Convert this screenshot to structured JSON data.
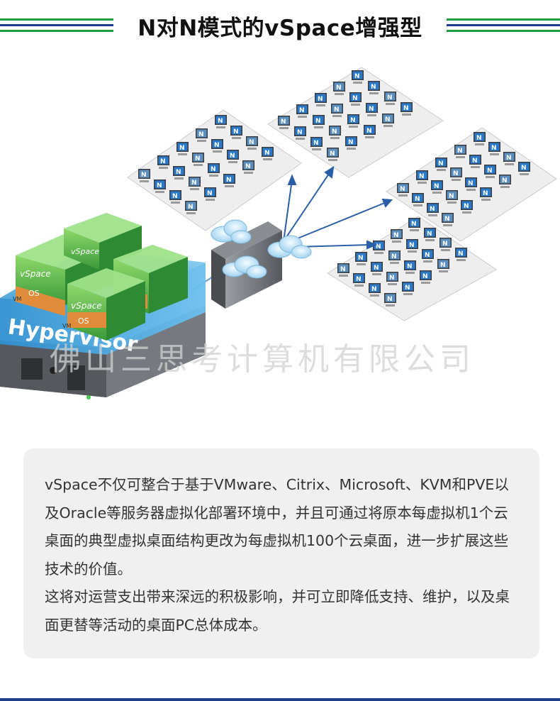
{
  "title": "N对N模式的vSpace增强型",
  "colors": {
    "accent_green": "#1f9a3a",
    "accent_navy": "#1d3f8c",
    "panel_bg": "#f0f0f0"
  },
  "illustration": {
    "hypervisor_label": "Hypervisor",
    "vm_label": "vSpace",
    "os_label": "OS",
    "small_vm_label": "VM",
    "monitor_badge": "N"
  },
  "watermark": "佛山三思考计算机有限公司",
  "description": [
    "vSpace不仅可整合于基于VMware、Citrix、Microsoft、KVM和PVE以及Oracle等服务器虚拟化部署环境中，并且可通过将原本每虚拟机1个云桌面的典型虚拟桌面结构更改为每虚拟机100个云桌面，进一步扩展这些技术的价值。",
    "这将对运营支出带来深远的积极影响，并可立即降低支持、维护，以及桌面更替等活动的桌面PC总体成本。"
  ]
}
